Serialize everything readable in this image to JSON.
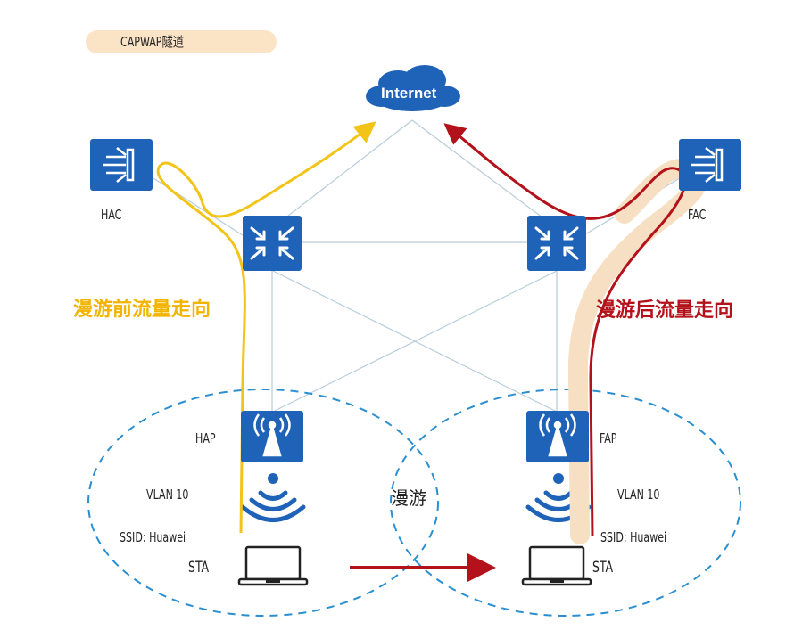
{
  "tunnel_badge": "CAPWAP隧道",
  "cloud_label": "Internet",
  "controllers": {
    "home": "HAC",
    "foreign": "FAC"
  },
  "access_points": {
    "home": "HAP",
    "foreign": "FAP"
  },
  "vlan": {
    "home": "VLAN 10",
    "foreign": "VLAN 10"
  },
  "ssid": {
    "home": "SSID: Huawei",
    "foreign": "SSID: Huawei"
  },
  "stations": {
    "home": "STA",
    "foreign": "STA"
  },
  "flow_before": "漫游前流量走向",
  "flow_after": "漫游后流量走向",
  "roam_label": "漫游",
  "colors": {
    "before": "#f2c418",
    "after": "#b4121b",
    "highlight": "#f6dfc2",
    "device": "#1f63b8",
    "cell": "#2a8fd0"
  }
}
